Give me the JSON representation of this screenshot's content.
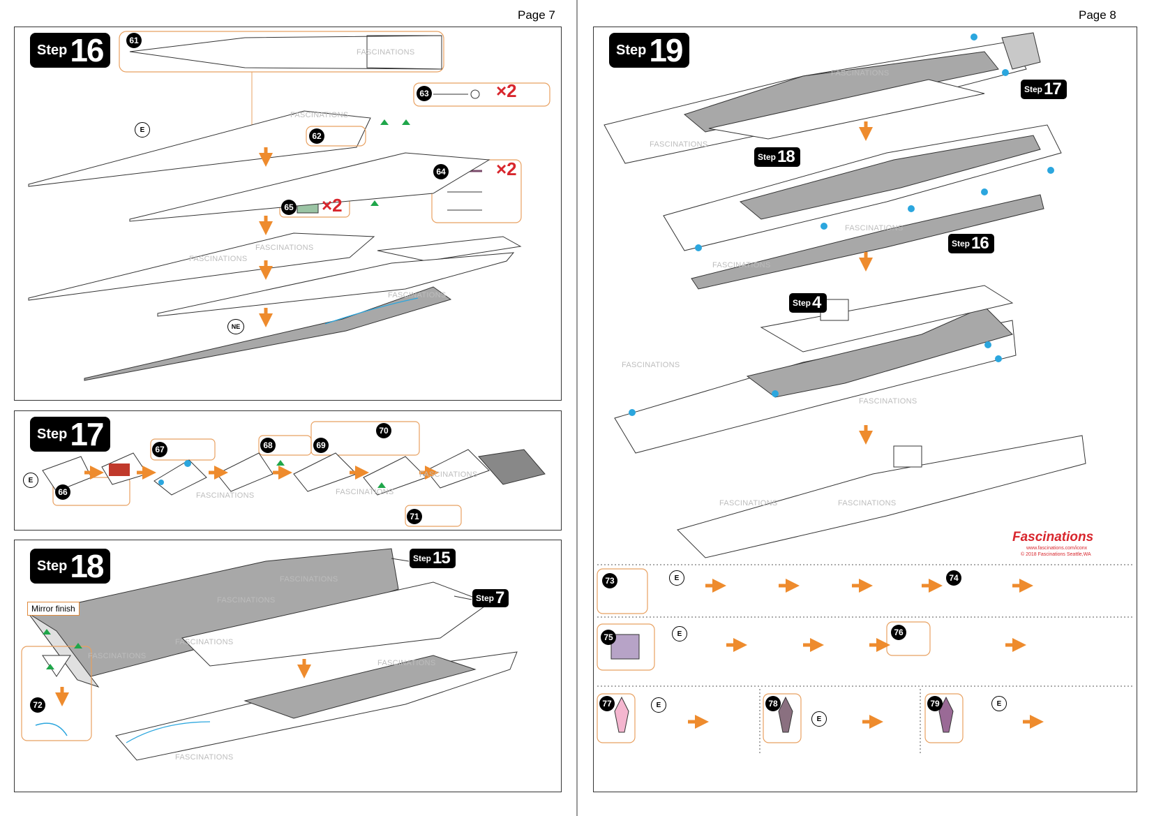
{
  "pages": {
    "left": {
      "label": "Page 7"
    },
    "right": {
      "label": "Page 8"
    }
  },
  "step_word": "Step",
  "watermark": "FASCINATIONS",
  "step16": {
    "number": "16",
    "parts": [
      "61",
      "62",
      "63",
      "64",
      "65"
    ],
    "multipliers": {
      "p63": "×2",
      "p64": "×2",
      "p65": "×2"
    },
    "labels": {
      "e": "E",
      "ne": "NE"
    }
  },
  "step17": {
    "number": "17",
    "parts": [
      "66",
      "67",
      "68",
      "69",
      "70",
      "71"
    ],
    "labels": {
      "e": "E"
    }
  },
  "step18": {
    "number": "18",
    "parts": [
      "72"
    ],
    "mirror_finish": "Mirror finish",
    "refs": [
      "15",
      "7"
    ]
  },
  "step19": {
    "number": "19",
    "refs": [
      "17",
      "18",
      "16",
      "4"
    ]
  },
  "aircraft": {
    "parts": [
      "73",
      "74",
      "75",
      "76",
      "77",
      "78",
      "79"
    ],
    "labels": {
      "e": "E"
    }
  },
  "brand": {
    "name": "Fascinations",
    "url": "www.fascinations.com/iconx",
    "copyright": "© 2018 Fascinations Seattle,WA"
  },
  "colors": {
    "orange": "#ee8b2d",
    "red": "#d8262d",
    "blue": "#2ba6de",
    "green": "#1fa64a",
    "gray": "#a8a8a8"
  }
}
